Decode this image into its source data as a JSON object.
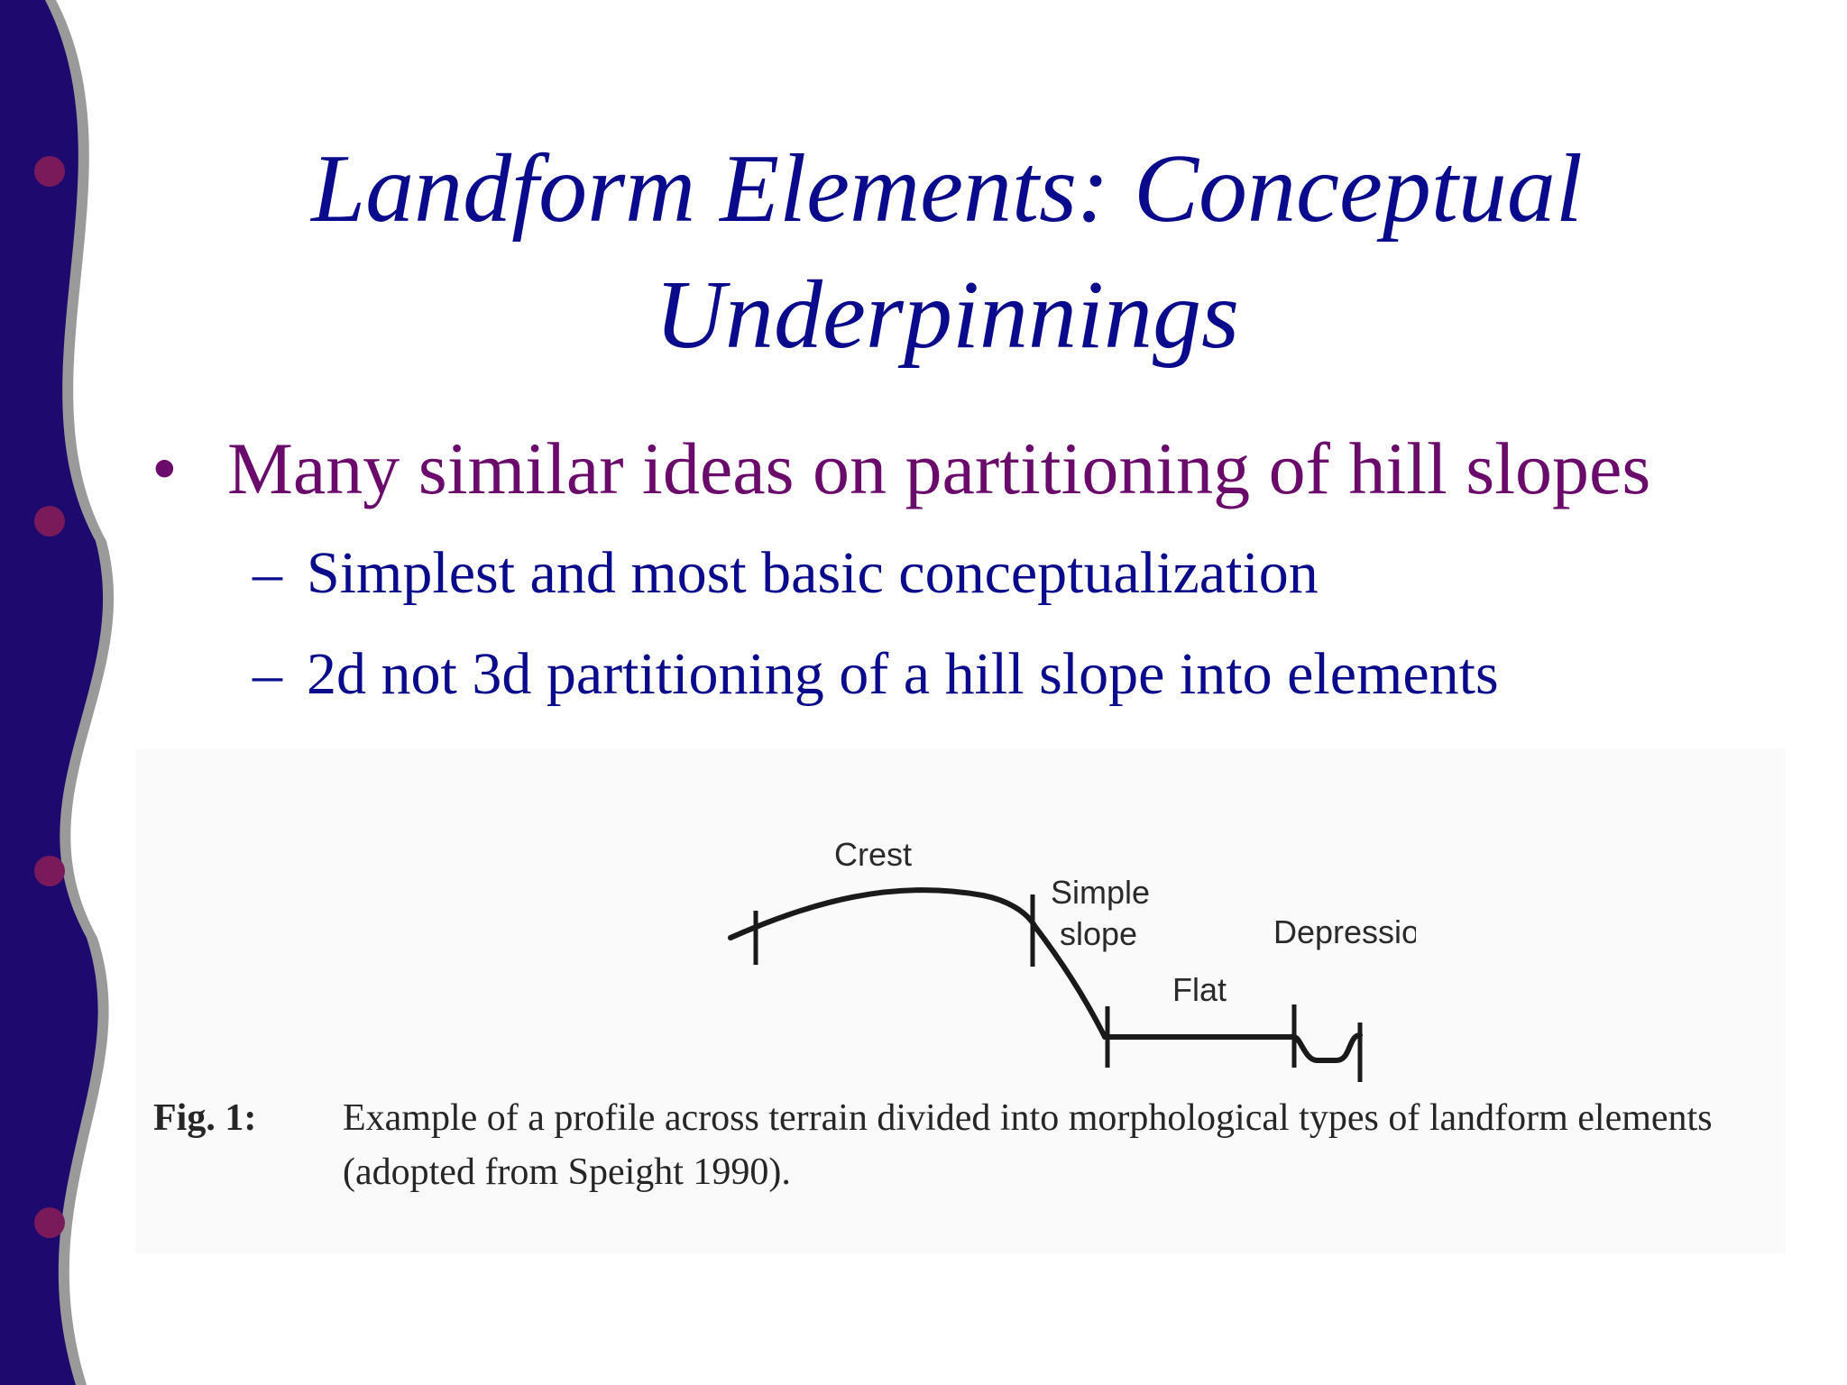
{
  "slide": {
    "title_line1": "Landform Elements: Conceptual",
    "title_line2": "Underpinnings",
    "bullet_symbol": "•",
    "dash_symbol": "–",
    "bullet1": "Many similar ideas on partitioning of hill slopes",
    "sub_bullets": [
      "Simplest and most basic conceptualization",
      "2d not 3d partitioning of a hill slope into elements"
    ]
  },
  "figure": {
    "labels": {
      "crest": "Crest",
      "simple_slope_line1": "Simple",
      "simple_slope_line2": "slope",
      "flat": "Flat",
      "depression": "Depression"
    },
    "caption_label": "Fig. 1:",
    "caption_text": "Example of a profile across terrain divided into morphological types of landform elements (adopted from Speight 1990)."
  },
  "colors": {
    "band": "#1e0a6e",
    "band_edge": "#9a9a9a",
    "dot": "#7a1a5a",
    "title": "#0a0a8c",
    "bullet1": "#6a0a6a",
    "sub_bullet": "#0a0a8c"
  }
}
